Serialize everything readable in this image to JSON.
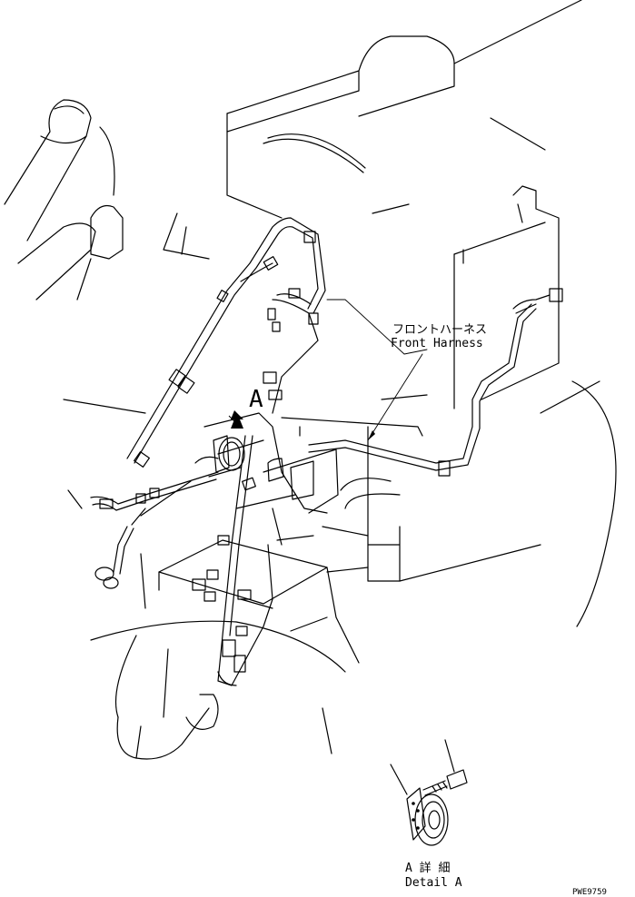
{
  "labels": {
    "front_harness_jp": "フロントハーネス",
    "front_harness_en": "Front Harness",
    "detail_callout": "A",
    "detail_jp": "A 詳 細",
    "detail_en": "Detail A",
    "drawing_no": "PWE9759"
  }
}
